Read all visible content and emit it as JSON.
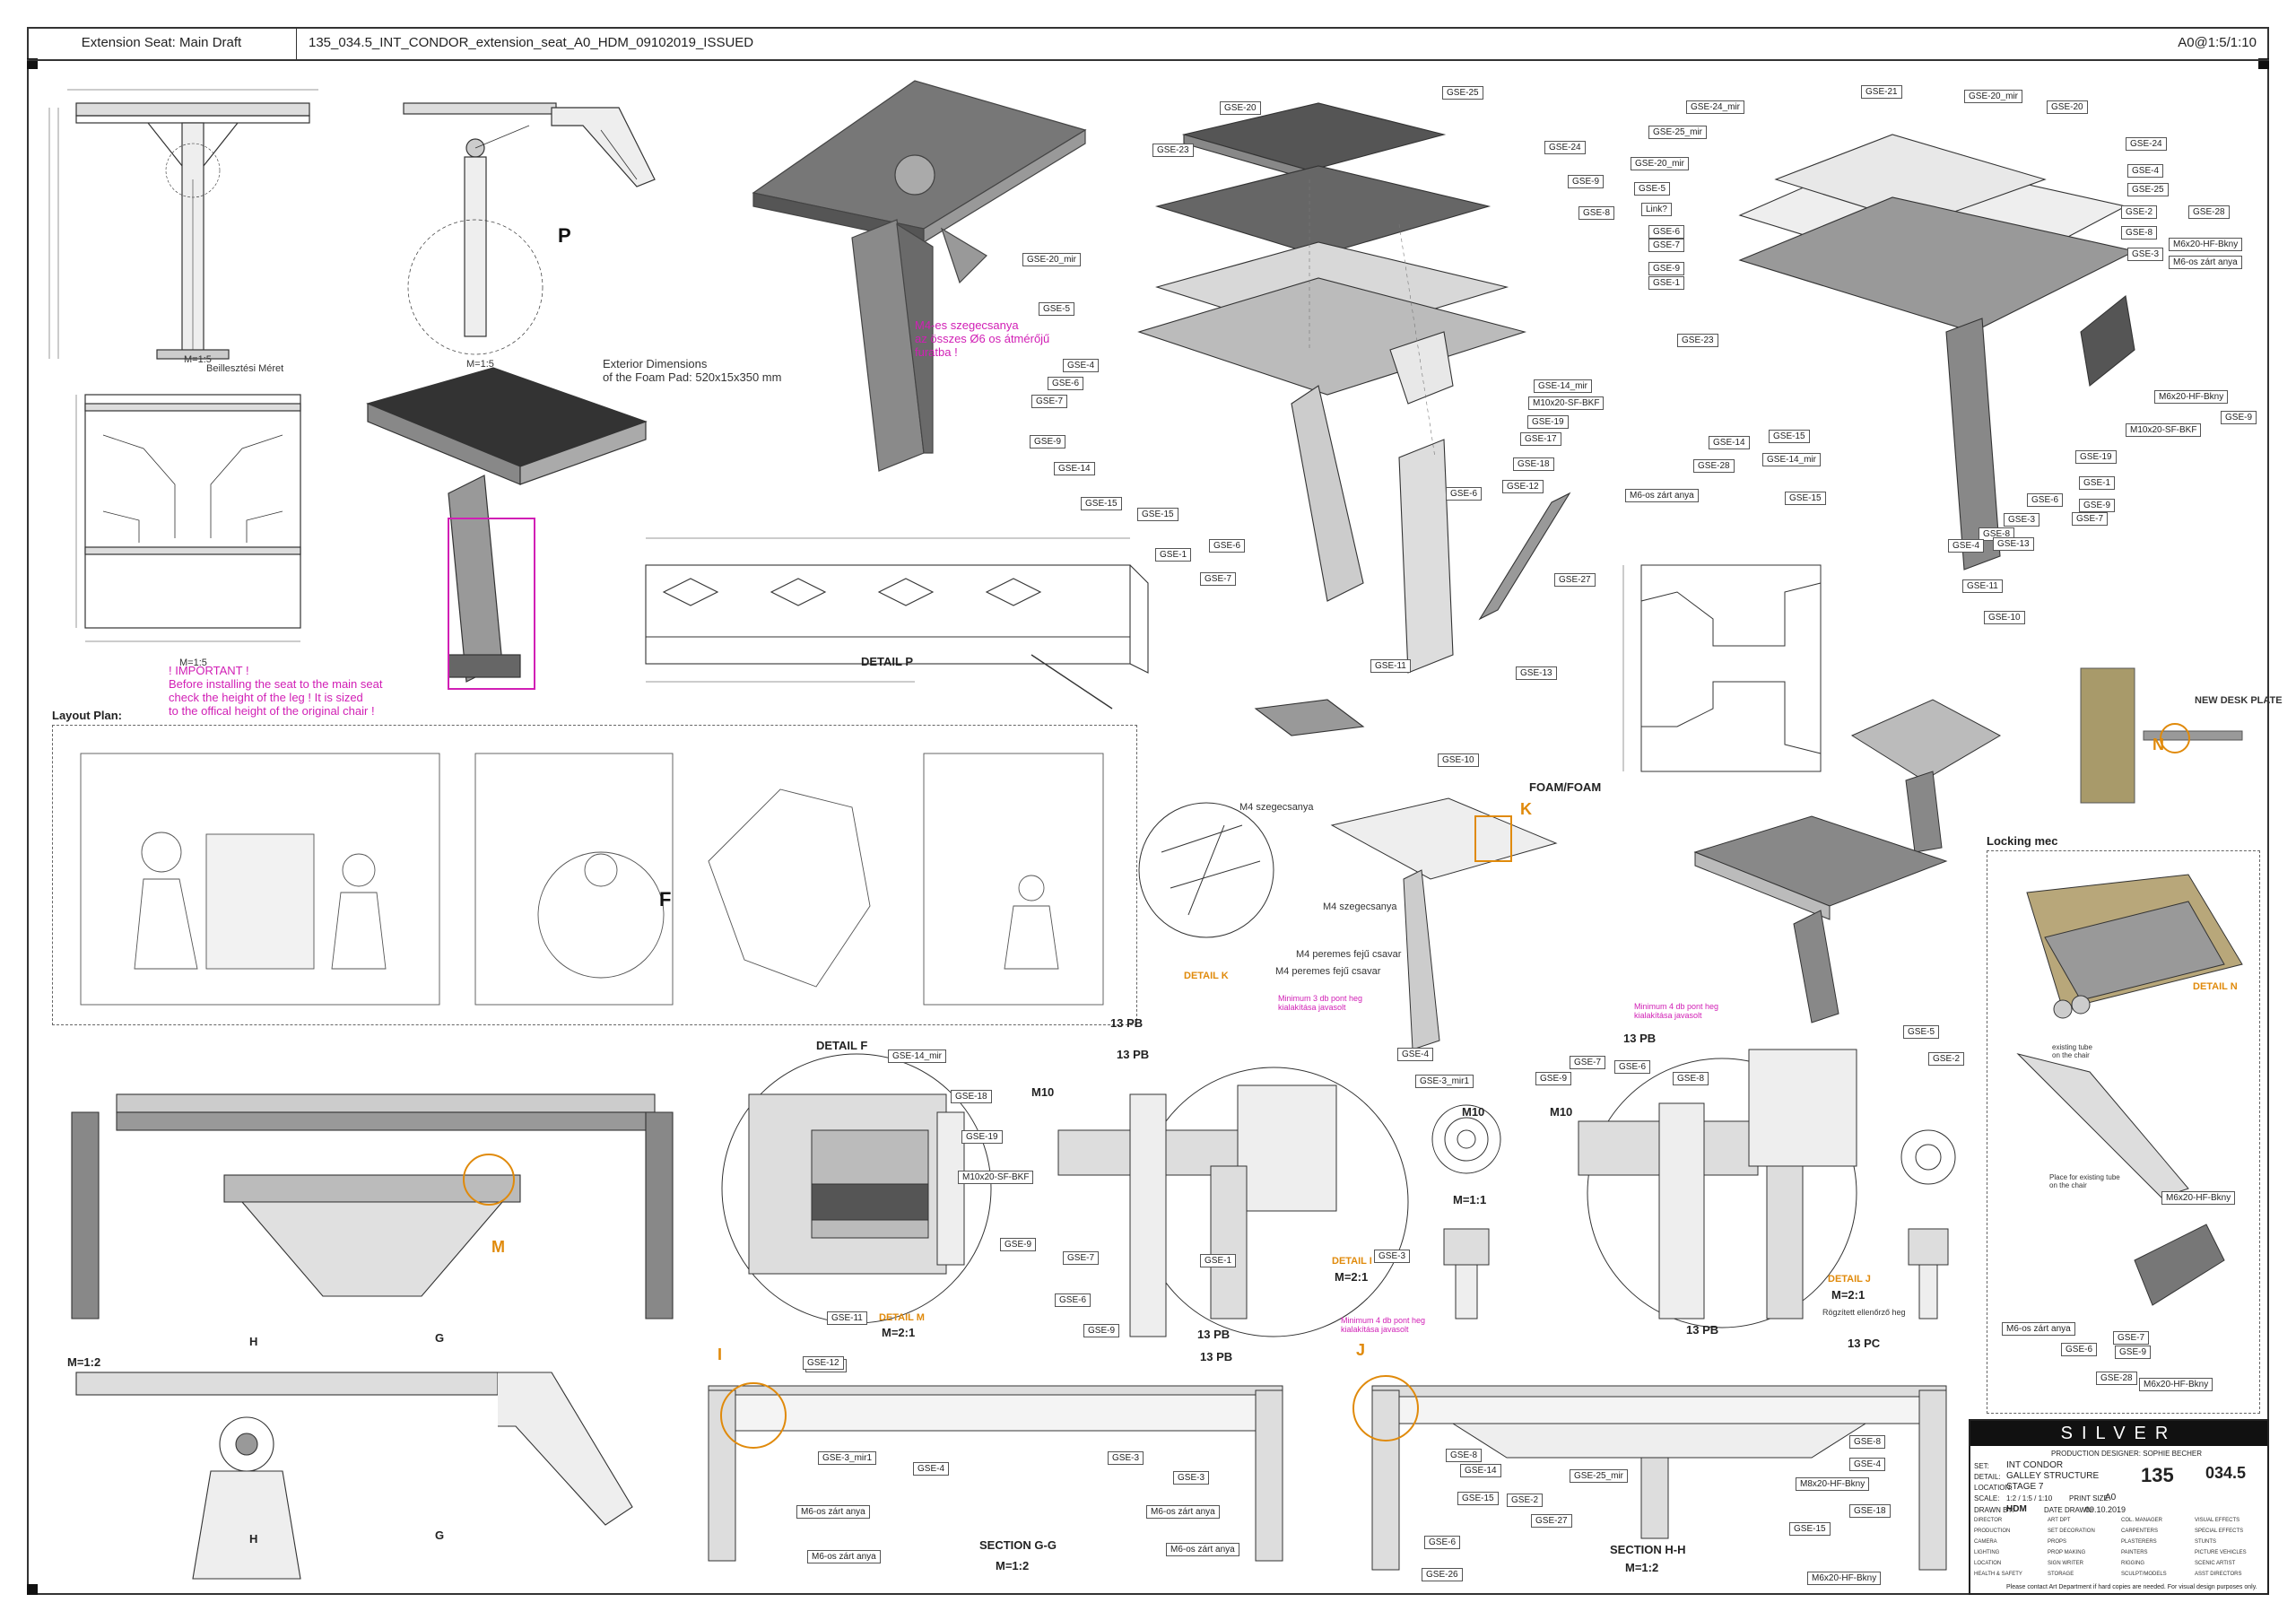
{
  "header": {
    "title": "Extension Seat: Main Draft",
    "file_name": "135_034.5_INT_CONDOR_extension_seat_A0_HDM_09102019_ISSUED",
    "sheet_scale": "A0@1:5/1:10"
  },
  "views": {
    "p_label": "P",
    "scale_15": "M=1:5",
    "scale_15b": "M=1:5",
    "scale_15c": "M=1:5",
    "install_measure": "Beillesztési Méret",
    "foam_note": "Exterior Dimensions\nof the Foam Pad: 520x15x350 mm",
    "rivet_note": "M4-es szegecsanya\naz összes Ø6 os átmérőjű\nfuratba !",
    "important_note": "! IMPORTANT !\nBefore installing the seat to the main seat\ncheck the height of the leg ! It is sized\nto the offical height of the original chair !",
    "layout_plan": "Layout Plan:",
    "layout_f": "F",
    "detail_p": "DETAIL P",
    "detail_f": "DETAIL F",
    "detail_k": "DETAIL K",
    "detail_m": "DETAIL M",
    "detail_m_scale": "M=2:1",
    "detail_i": "DETAIL I",
    "detail_i_scale": "M=2:1",
    "detail_j": "DETAIL J",
    "detail_j_scale": "M=2:1",
    "detail_n": "DETAIL N",
    "m_label": "M",
    "k_label": "K",
    "n_label": "N",
    "i_label": "I",
    "j_label": "J",
    "foam_foam": "FOAM/FOAM",
    "locking_title": "Locking mec",
    "new_desk_plate": "NEW DESK PLATE",
    "section_gg": "SECTION G-G",
    "section_gg_scale": "M=1:2",
    "section_hh": "SECTION H-H",
    "section_hh_scale": "M=1:2",
    "m12": "M=1:2",
    "m11": "M=1:1",
    "weld_note_1": "Minimum 3 db pont heg kialakítása javasolt",
    "weld_note_2": "Minimum 4 db pont heg kialakítása javasolt",
    "weld_note_3": "Minimum 4 db pont heg kialakítása javasolt",
    "weld_13pb": "13 PB",
    "weld_13pc": "13 PC",
    "rögzitett": "Rögzített ellenőrző heg",
    "m4_szeg1": "M4 szegecsanya",
    "m4_szeg2": "M4 szegecsanya",
    "m4_peremes1": "M4 peremes fejű csavar",
    "m4_peremes2": "M4 peremes fejű csavar",
    "existing_tube": "existing tube\non the chair",
    "place_tube": "Place for existing tube\non the chair",
    "h_mark": "H",
    "g_mark": "G",
    "m10": "M10"
  },
  "callouts": {
    "gse20": "GSE-20",
    "gse25": "GSE-25",
    "gse23": "GSE-23",
    "gse24": "GSE-24",
    "gse9": "GSE-9",
    "gse8": "GSE-8",
    "gse20mir": "GSE-20_mir",
    "gse5": "GSE-5",
    "gse4": "GSE-4",
    "gse6": "GSE-6",
    "gse7": "GSE-7",
    "gse14": "GSE-14",
    "gse15": "GSE-15",
    "gse1": "GSE-1",
    "gse14mir": "GSE-14_mir",
    "m10sf": "M10x20-SF-BKF",
    "gse19": "GSE-19",
    "gse17": "GSE-17",
    "gse18": "GSE-18",
    "gse12": "GSE-12",
    "gse27": "GSE-27",
    "gse11": "GSE-11",
    "gse13": "GSE-13",
    "gse10": "GSE-10",
    "gse21": "GSE-21",
    "gse25mir": "GSE-25_mir",
    "gse24mir": "GSE-24_mir",
    "link": "Link?",
    "gse2": "GSE-2",
    "gse3": "GSE-3",
    "gse28": "GSE-28",
    "m6x20": "M6x20-HF-Bkny",
    "m6zart": "M6-os zárt anya",
    "m8x20": "M8x20-HF-Bkny",
    "m10x20": "M10x20-SF-BKF",
    "gse26": "GSE-26",
    "gse3mir1": "GSE-3_mir1",
    "gse14mir2": "GSE-14_mir"
  },
  "title_block": {
    "brand": "SILVER",
    "designer": "PRODUCTION DESIGNER: SOPHIE BECHER",
    "set_label": "SET:",
    "set_value": "INT CONDOR",
    "detail_label": "DETAIL:",
    "detail_value": "GALLEY STRUCTURE",
    "location_label": "LOCATION:",
    "location_value": "STAGE 7",
    "scale_label": "SCALE:",
    "scale_value": "1:2 / 1:5 / 1:10",
    "print_label": "PRINT SIZE:",
    "print_value": "A0",
    "drawn_label": "DRAWN BY:",
    "drawn_value": "HDM",
    "date_label": "DATE DRAWN:",
    "date_value": "09.10.2019",
    "set_no": "135",
    "dwg_no": "034.5",
    "roles": [
      "DIRECTOR",
      "ART DPT",
      "COL. MANAGER",
      "VISUAL EFFECTS",
      "PRODUCTION",
      "SET DECORATION",
      "CARPENTERS",
      "SPECIAL EFFECTS",
      "CAMERA",
      "PROPS",
      "PLASTERERS",
      "STUNTS",
      "LIGHTING",
      "PROP MAKING",
      "PAINTERS",
      "PICTURE VEHICLES",
      "LOCATION",
      "SIGN WRITER",
      "RIGGING",
      "SCENIC ARTIST",
      "HEALTH & SAFETY",
      "STORAGE",
      "SCULPT/MODELS",
      "ASST DIRECTORS"
    ],
    "footer": "Please contact Art Department if hard copies are needed. For visual design purposes only."
  }
}
